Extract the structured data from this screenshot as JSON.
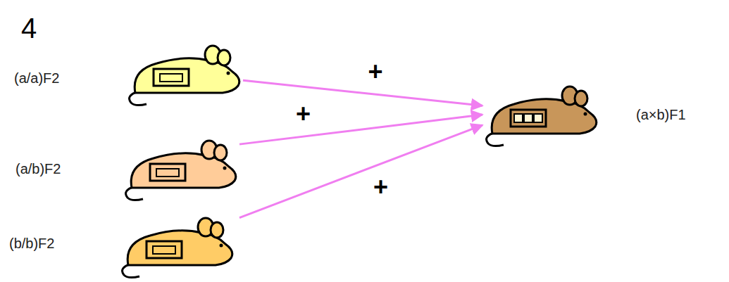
{
  "diagram": {
    "nodes": [
      {
        "text": [
          "(a/a)F2"
        ]
      },
      {
        "text": [
          "(a/b)F2"
        ]
      },
      {
        "text": [
          "(b/b)F2"
        ]
      },
      {
        "text": [
          "(a×b)F1"
        ]
      }
    ],
    "edges": [
      {
        "from": 0,
        "to": 3,
        "arrow": "to",
        "label": "+"
      },
      {
        "from": 1,
        "to": 3,
        "arrow": "to",
        "label": "+"
      },
      {
        "from": 2,
        "to": 3,
        "arrow": "to",
        "label": "+"
      }
    ],
    "labels": [
      "4"
    ]
  }
}
